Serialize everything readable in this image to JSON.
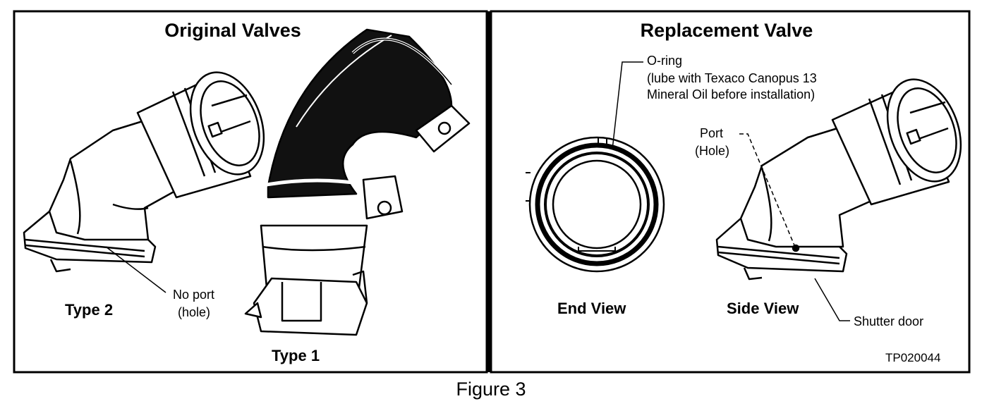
{
  "left_panel": {
    "title": "Original Valves",
    "type2_label": "Type 2",
    "type1_label": "Type 1",
    "callout_noport_line1": "No port",
    "callout_noport_line2": "(hole)"
  },
  "right_panel": {
    "title": "Replacement Valve",
    "oring_line1": "O-ring",
    "oring_line2": "(lube with Texaco Canopus 13",
    "oring_line3": "Mineral Oil before installation)",
    "port_line1": "Port",
    "port_line2": "(Hole)",
    "end_view_label": "End View",
    "side_view_label": "Side View",
    "shutter_label": "Shutter door",
    "figure_code": "TP020044"
  },
  "caption": "Figure 3"
}
